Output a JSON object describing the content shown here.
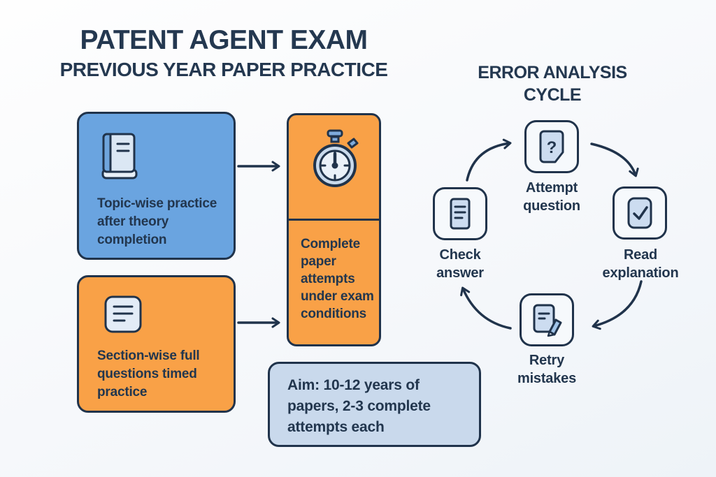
{
  "header": {
    "title": "PATENT AGENT EXAM",
    "subtitle": "PREVIOUS YEAR PAPER PRACTICE"
  },
  "flow": {
    "topic_box": {
      "label": "Topic-wise practice\nafter theory\ncompletion",
      "icon": "book-icon"
    },
    "section_box": {
      "label": "Section-wise full\nquestions timed\npractice",
      "icon": "document-lines-icon"
    },
    "complete_box": {
      "label": "Complete\npaper\nattempts\nunder exam\nconditions",
      "icon": "stopwatch-icon"
    },
    "aim_box": {
      "label": "Aim: 10-12 years of\npapers, 2-3 complete\nattempts each"
    }
  },
  "cycle": {
    "title": "ERROR ANALYSIS\nCYCLE",
    "question_mark": "?",
    "nodes": [
      {
        "label": "Attempt\nquestion",
        "icon": "question-note-icon"
      },
      {
        "label": "Read\nexplanation",
        "icon": "checkmark-note-icon"
      },
      {
        "label": "Retry\nmistakes",
        "icon": "note-pencil-icon"
      },
      {
        "label": "Check\nanswer",
        "icon": "document-lines-icon"
      }
    ]
  },
  "colors": {
    "navy": "#22364e",
    "blue": "#6aa4e0",
    "orange": "#f9a147",
    "light_blue_panel": "#c9d9ec",
    "icon_fill": "#ccdcf0",
    "node_fill": "#f6f9fc"
  }
}
